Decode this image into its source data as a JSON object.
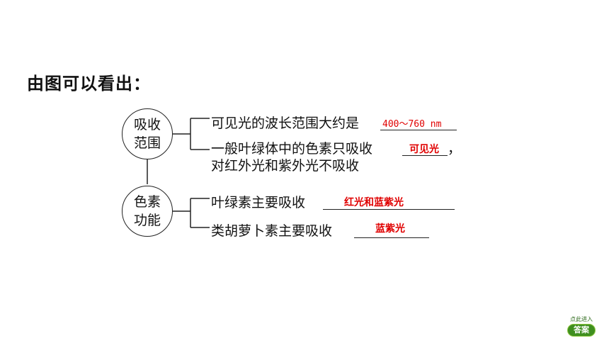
{
  "heading": "由图可以看出：",
  "nodes": {
    "absorption_range": {
      "line1": "吸收",
      "line2": "范围"
    },
    "pigment_function": {
      "line1": "色素",
      "line2": "功能"
    }
  },
  "branches": {
    "visible_range_text": "可见光的波长范围大约是",
    "visible_range_answer": "400～760 nm",
    "general_text": "一般叶绿体中的色素只吸收",
    "general_answer": "可见光",
    "general_comma": "，",
    "general_text2": "对红外光和紫外光不吸收",
    "chlorophyll_text": "叶绿素主要吸收",
    "chlorophyll_answer": "红光和蓝紫光",
    "carotenoid_text": "类胡萝卜素主要吸收",
    "carotenoid_answer": "蓝紫光"
  },
  "answer_button": {
    "top_label": "点此进入",
    "label": "答案"
  },
  "colors": {
    "answer": "#e00000",
    "button": "#3f8f1f"
  }
}
